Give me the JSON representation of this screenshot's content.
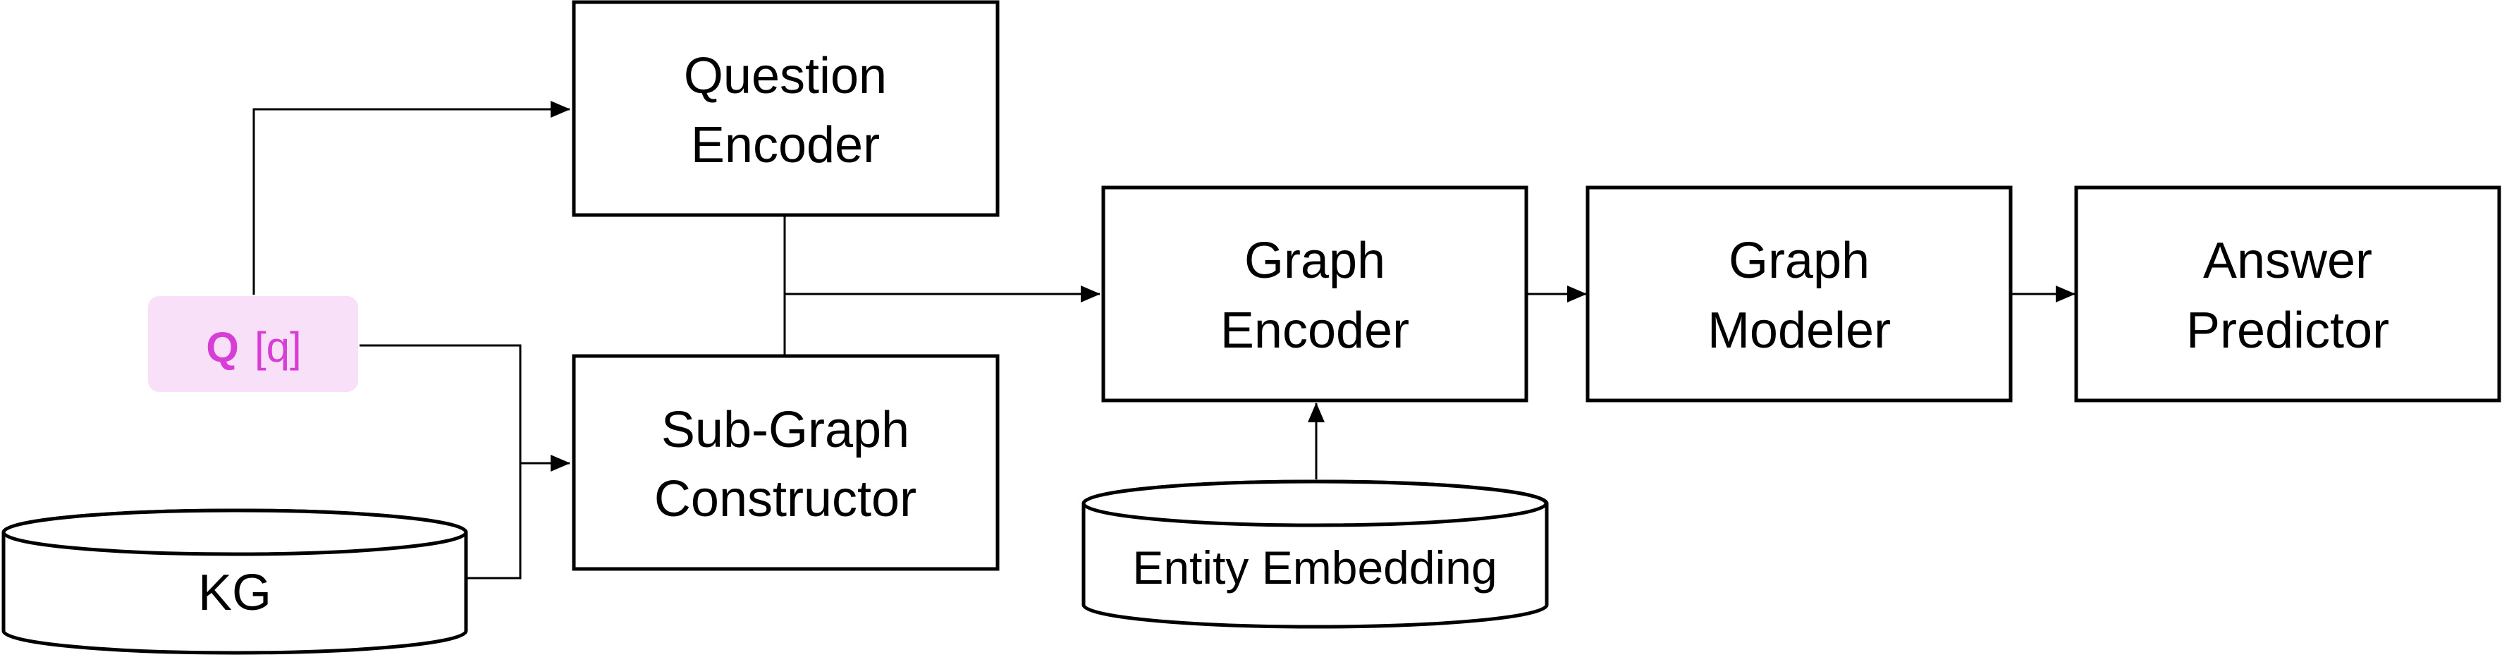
{
  "nodes": {
    "question_encoder": {
      "line1": "Question",
      "line2": "Encoder"
    },
    "subgraph_constructor": {
      "line1": "Sub-Graph",
      "line2": "Constructor"
    },
    "graph_encoder": {
      "line1": "Graph",
      "line2": "Encoder"
    },
    "graph_modeler": {
      "line1": "Graph",
      "line2": "Modeler"
    },
    "answer_predictor": {
      "line1": "Answer",
      "line2": "Predictor"
    }
  },
  "question": {
    "symbol": "Q",
    "variable": "[q]"
  },
  "stores": {
    "kg": "KG",
    "entity_embedding": "Entity Embedding"
  },
  "colors": {
    "question_fill": "#f8e1f8",
    "question_text": "#d63ed6",
    "stroke": "#000000"
  }
}
